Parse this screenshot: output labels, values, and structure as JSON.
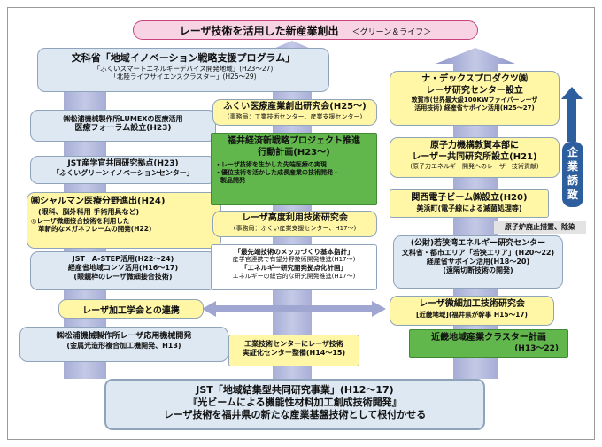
{
  "title": {
    "main": "レーザ技術を活用した新産業創出",
    "sub": "＜グリーン＆ライフ＞"
  },
  "side_label": [
    "企",
    "業",
    "誘",
    "致"
  ],
  "boxes": {
    "mext": [
      "文科省「地域イノベーション戦略支援プログラム」",
      "「ふくいスマートエネルギーデバイス開発地域」(H23～27)",
      "「北陸ライフサイエンスクラスター」(H25～29)"
    ],
    "lumex_medical": [
      "㈱松浦機械製作所LUMEXの医療活用",
      "医療フォーラム設立(H23)"
    ],
    "jst_industry": [
      "JST産学官共同研究拠点(H23)",
      "「ふくいグリーンイノベーションセンター」"
    ],
    "sharmann": [
      "㈱シャルマン医療分野進出(H24)",
      "(眼科、脳外科用 手術用具など)",
      "◎レーザ微細接合技術を利用した",
      "革新的なメガネフレームの開発(H22)"
    ],
    "jst_astep": [
      "JST　A-STEP活用(H22～24)",
      "経産省地域コンソ活用(H16～17)",
      "(眼鏡枠のレーザ微細接合技術)"
    ],
    "laser_society_link": "レーザ加工学会との連携",
    "matsuura_laser": [
      "㈱松浦機械製作所レーザ応用機械開発",
      "(金属光造形複合加工機開発、H13)"
    ],
    "fukui_medical": [
      "ふくい医療産業創出研究会(H25～)",
      "(事務局：工業技術センター、産業支援センター)"
    ],
    "fukui_strategy": [
      "福井経済新戦略プロジェクト推進",
      "行動計画(H23～)",
      "・レーザ技術を生かした先端医療の実現",
      "・優位技術を活かした成長産業の技術開発・",
      "製品開発"
    ],
    "laser_advanced": [
      "レーザ高度利用技術研究会",
      "(事務局：ふくい産業支援センター、H17～)"
    ],
    "monodzukuri": [
      "「最先端技術のメッカづくり基本指針」",
      "産学官連携で有望分野技術開発推進(H17～)",
      "「エネルギー研究開発拠点化計画」",
      "エネルギーの総合的な研究開発推進(H17～)"
    ],
    "laser_center": [
      "工業技術センターにレーザ技術",
      "実証化センター整備(H14～15)"
    ],
    "jst_bottom": [
      "JST「地域結集型共同研究事業」(H12～17)",
      "『光ビームによる機能性材料加工創成技術開発』",
      "レーザ技術を福井県の新たな産業基盤技術として根付かせる"
    ],
    "nadex": [
      "ナ・デックスプロダクツ㈱",
      "レーザ研究センター設立",
      "敦賀市(世界最大級100KWファイバーレーザ",
      "活用技術) 経産省サポイン活用(H25～27)"
    ],
    "nuclear": [
      "原子力機構敦賀本部に",
      "レーザー共同研究所設立(H21)",
      "(原子力エネルギー開発へのレーザー技術貢献)"
    ],
    "kansai_beam": [
      "関西電子ビーム㈱設立(H20)",
      "美浜町(電子線による滅菌処理等)"
    ],
    "decommission": "原子炉廃止措置、除染",
    "wakasa": [
      "(公財)若狭湾エネルギー研究センター",
      "文科省・都市エリア「若狭エリア」(H20～22)",
      "経産省サポイン活用(H18～20)",
      "(遠隔切断技術の開発)"
    ],
    "micro_processing": [
      "レーザ微細加工技術研究会",
      "[近畿地域](福井県が幹事 H15～17)"
    ],
    "kinki_cluster": [
      "近畿地域産業クラスター計画",
      "(H13～22)"
    ]
  },
  "colors": {
    "title_bg": "#f7d3e4",
    "title_border": "#c9447f",
    "light_blue": "#dde8f3",
    "yellow": "#fff6a6",
    "green": "#61b64c",
    "arrow": "#9fa6d1",
    "side_label_bg": "#2d5f9e"
  }
}
